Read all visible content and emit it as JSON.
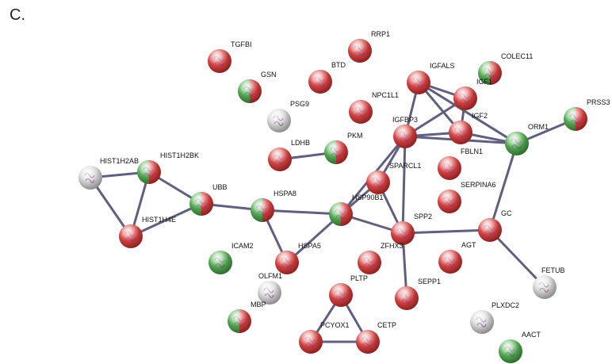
{
  "panel_label": "C.",
  "colors": {
    "red": "#d84747",
    "green": "#58ae58",
    "gray": "#c9c9c9",
    "edge": "#5f5f80"
  },
  "nodes": [
    {
      "id": "TGFBI",
      "label": "TGFBI",
      "color": "red"
    },
    {
      "id": "RRP1",
      "label": "RRP1",
      "color": "red"
    },
    {
      "id": "COLEC11",
      "label": "COLEC11",
      "color": "green-red"
    },
    {
      "id": "GSN",
      "label": "GSN",
      "color": "green-red"
    },
    {
      "id": "BTD",
      "label": "BTD",
      "color": "red"
    },
    {
      "id": "IGFALS",
      "label": "IGFALS",
      "color": "red"
    },
    {
      "id": "IGF1",
      "label": "IGF1",
      "color": "red"
    },
    {
      "id": "PSG9",
      "label": "PSG9",
      "color": "gray"
    },
    {
      "id": "NPC1L1",
      "label": "NPC1L1",
      "color": "red"
    },
    {
      "id": "PRSS3",
      "label": "PRSS3",
      "color": "green-red"
    },
    {
      "id": "IGFBP3",
      "label": "IGFBP3",
      "color": "red"
    },
    {
      "id": "IGF2",
      "label": "IGF2",
      "color": "red"
    },
    {
      "id": "ORM1",
      "label": "ORM1",
      "color": "green"
    },
    {
      "id": "LDHB",
      "label": "LDHB",
      "color": "red"
    },
    {
      "id": "PKM",
      "label": "PKM",
      "color": "green-red"
    },
    {
      "id": "FBLN1",
      "label": "FBLN1",
      "color": "red"
    },
    {
      "id": "HIST1H2AB",
      "label": "HIST1H2AB",
      "color": "gray"
    },
    {
      "id": "HIST1H2BK",
      "label": "HIST1H2BK",
      "color": "green-red"
    },
    {
      "id": "SPARCL1",
      "label": "SPARCL1",
      "color": "red"
    },
    {
      "id": "SERPINA6",
      "label": "SERPINA6",
      "color": "red"
    },
    {
      "id": "UBB",
      "label": "UBB",
      "color": "green-red"
    },
    {
      "id": "HSPA8",
      "label": "HSPA8",
      "color": "green-red"
    },
    {
      "id": "HSP90B1",
      "label": "HSP90B1",
      "color": "green-red"
    },
    {
      "id": "GC",
      "label": "GC",
      "color": "red"
    },
    {
      "id": "HIST1H4E",
      "label": "HIST1H4E",
      "color": "red"
    },
    {
      "id": "SPP2",
      "label": "SPP2",
      "color": "red"
    },
    {
      "id": "ICAM2",
      "label": "ICAM2",
      "color": "green"
    },
    {
      "id": "HSPA5",
      "label": "HSPA5",
      "color": "red"
    },
    {
      "id": "ZFHX3",
      "label": "ZFHX3",
      "color": "red"
    },
    {
      "id": "AGT",
      "label": "AGT",
      "color": "red"
    },
    {
      "id": "OLFM1",
      "label": "OLFM1",
      "color": "gray"
    },
    {
      "id": "PLTP",
      "label": "PLTP",
      "color": "red"
    },
    {
      "id": "SEPP1",
      "label": "SEPP1",
      "color": "red"
    },
    {
      "id": "FETUB",
      "label": "FETUB",
      "color": "gray"
    },
    {
      "id": "MBP",
      "label": "MBP",
      "color": "green-red"
    },
    {
      "id": "PLXDC2",
      "label": "PLXDC2",
      "color": "gray"
    },
    {
      "id": "PCYOX1",
      "label": "PCYOX1",
      "color": "red"
    },
    {
      "id": "CETP",
      "label": "CETP",
      "color": "red"
    },
    {
      "id": "AACT",
      "label": "AACT",
      "color": "green"
    }
  ],
  "edges": [
    [
      "HIST1H2AB",
      "HIST1H2BK"
    ],
    [
      "HIST1H2AB",
      "HIST1H4E"
    ],
    [
      "HIST1H2BK",
      "HIST1H4E"
    ],
    [
      "HIST1H2BK",
      "UBB"
    ],
    [
      "HIST1H4E",
      "UBB"
    ],
    [
      "UBB",
      "HSPA8"
    ],
    [
      "HSPA8",
      "HSP90B1"
    ],
    [
      "HSPA8",
      "HSPA5"
    ],
    [
      "HSPA5",
      "HSP90B1"
    ],
    [
      "LDHB",
      "PKM"
    ],
    [
      "HSP90B1",
      "IGFBP3"
    ],
    [
      "HSP90B1",
      "SPP2"
    ],
    [
      "HSP90B1",
      "SPARCL1"
    ],
    [
      "SPARCL1",
      "IGFBP3"
    ],
    [
      "SPARCL1",
      "SPP2"
    ],
    [
      "IGFBP3",
      "SPP2"
    ],
    [
      "IGFBP3",
      "IGFALS"
    ],
    [
      "IGFBP3",
      "IGF1"
    ],
    [
      "IGFBP3",
      "IGF2"
    ],
    [
      "IGFBP3",
      "ORM1"
    ],
    [
      "IGFALS",
      "IGF1"
    ],
    [
      "IGFALS",
      "IGF2"
    ],
    [
      "IGFALS",
      "ORM1"
    ],
    [
      "IGF1",
      "IGF2"
    ],
    [
      "IGF2",
      "ORM1"
    ],
    [
      "ORM1",
      "PRSS3"
    ],
    [
      "ORM1",
      "GC"
    ],
    [
      "SPP2",
      "GC"
    ],
    [
      "SPP2",
      "SEPP1"
    ],
    [
      "GC",
      "FETUB"
    ],
    [
      "PLTP",
      "PCYOX1"
    ],
    [
      "PLTP",
      "CETP"
    ],
    [
      "PCYOX1",
      "CETP"
    ]
  ]
}
